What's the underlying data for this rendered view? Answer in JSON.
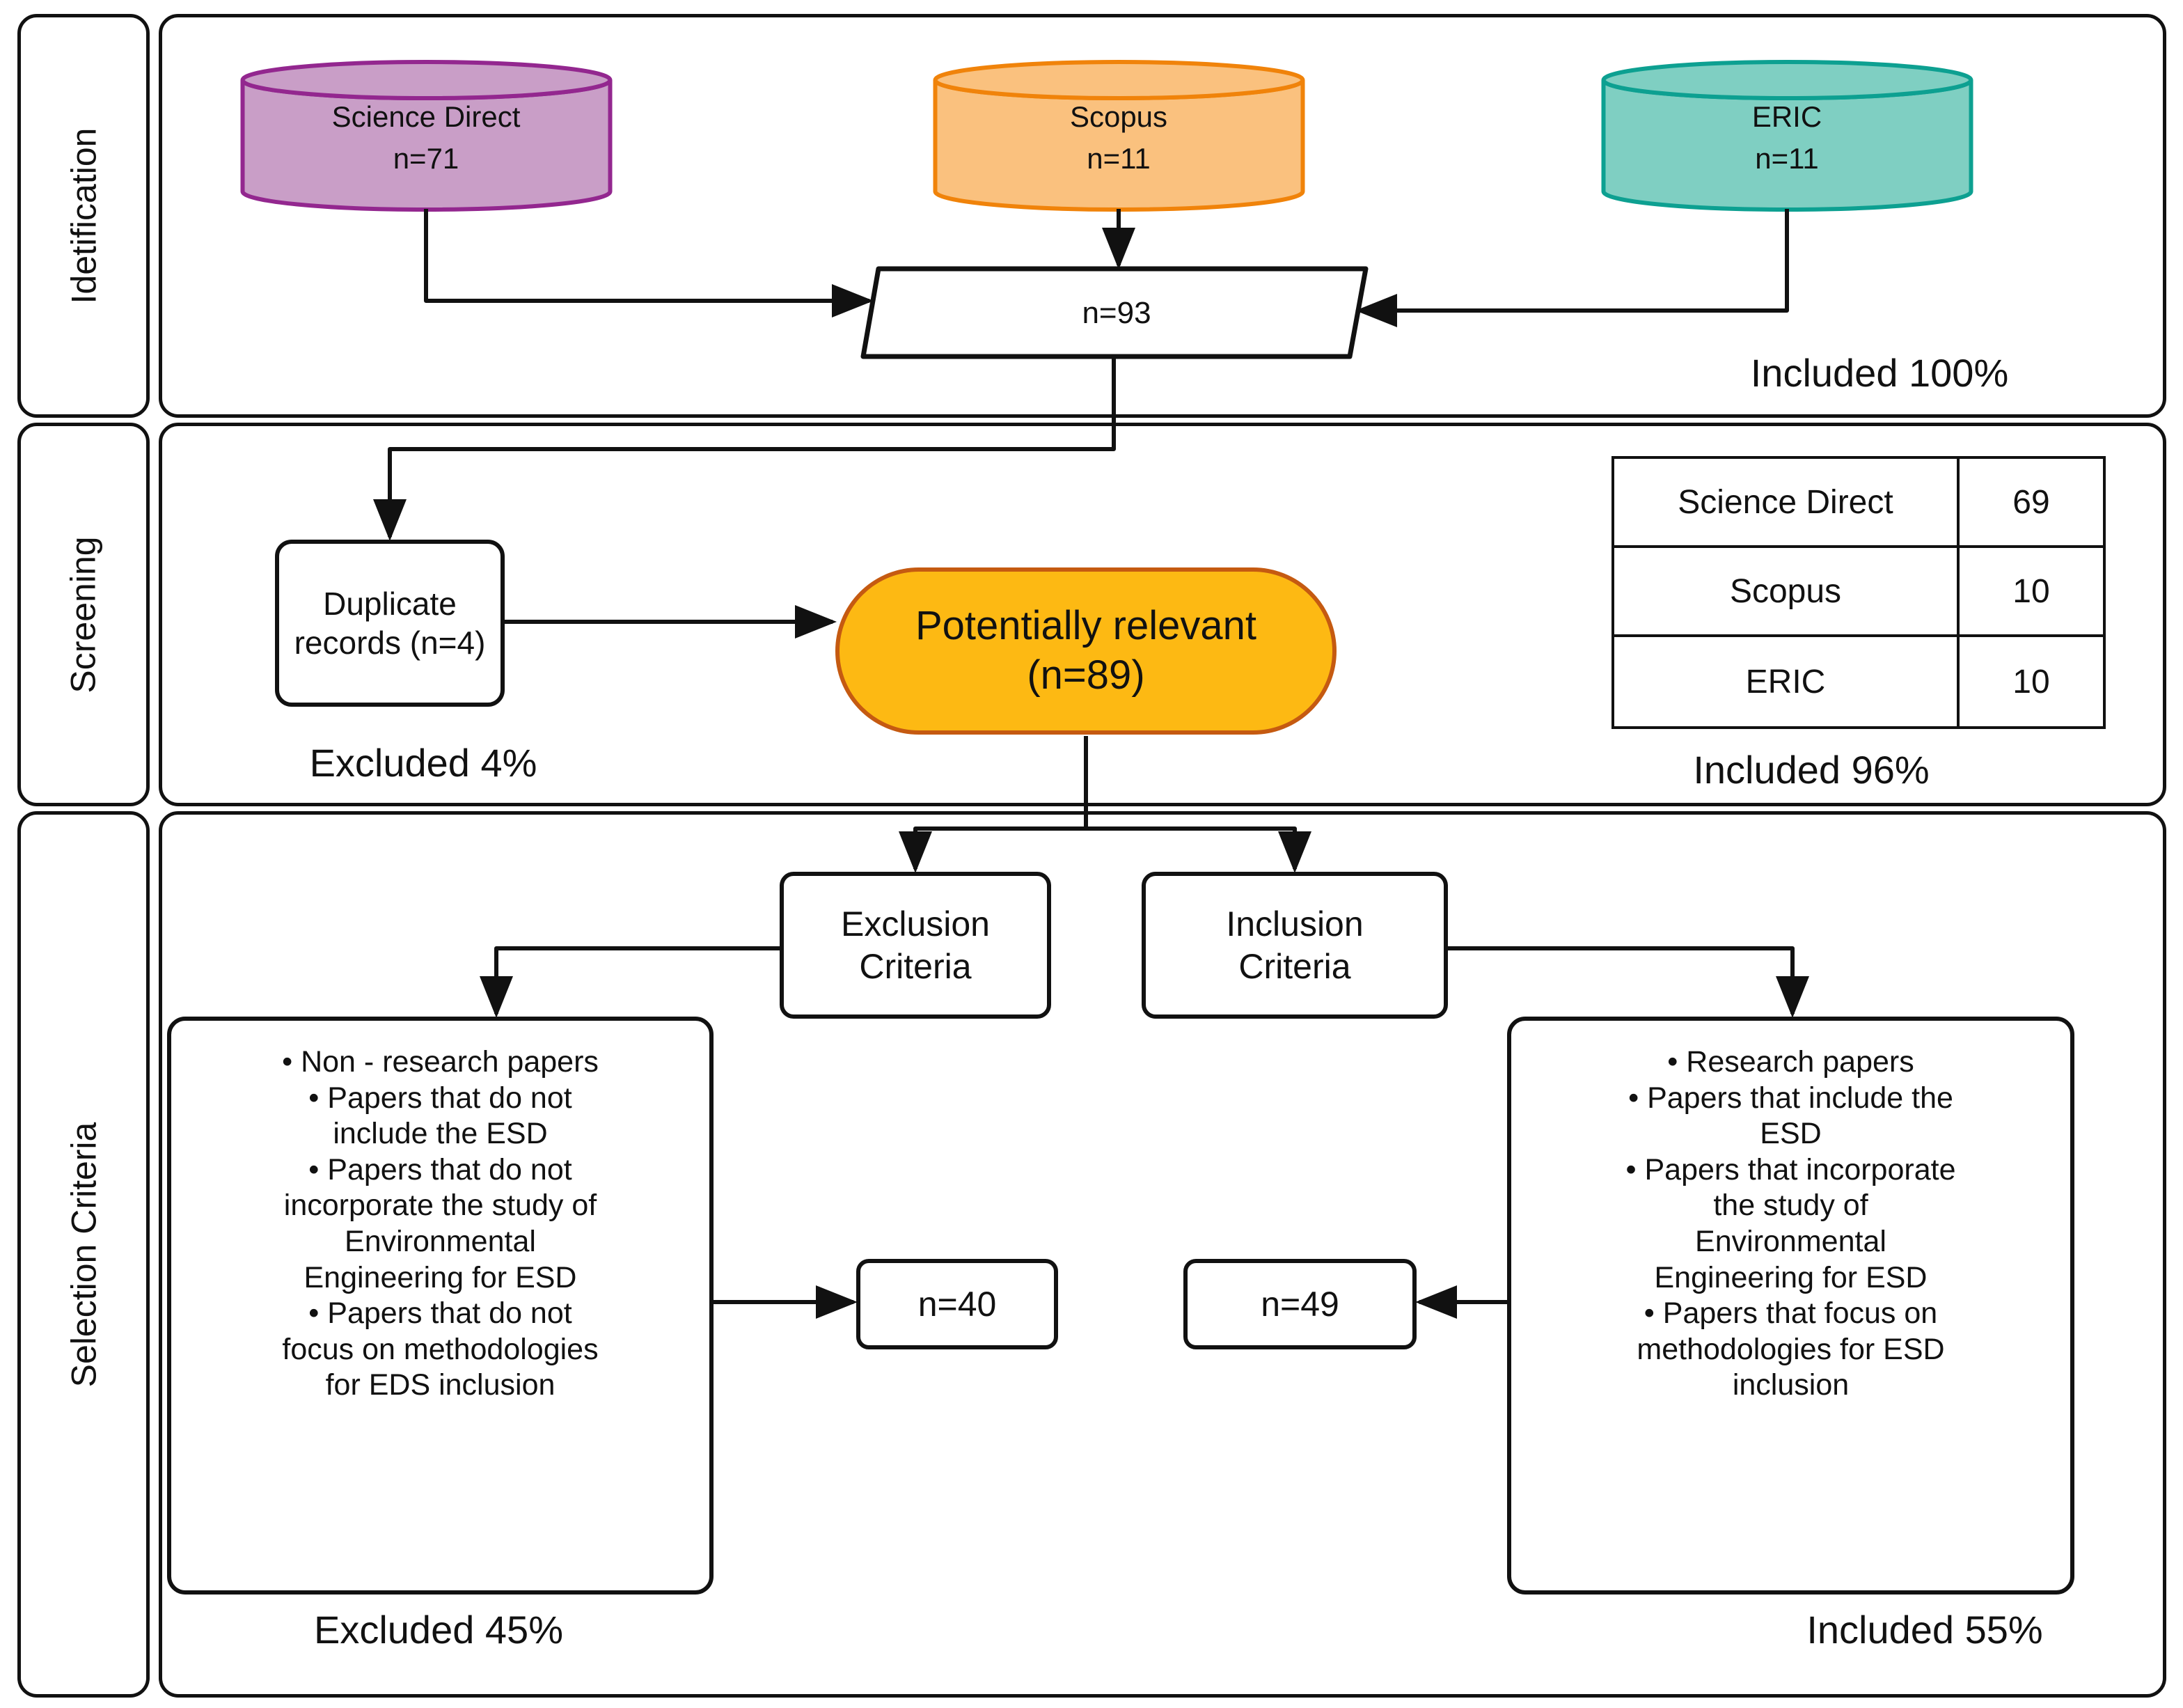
{
  "rows": [
    {
      "label": "Idetification"
    },
    {
      "label": "Screening"
    },
    {
      "label": "Selection Criteria"
    }
  ],
  "identification": {
    "databases": [
      {
        "name": "Science Direct",
        "count": "n=71",
        "fill": "#C99EC7",
        "stroke": "#93278F"
      },
      {
        "name": "Scopus",
        "count": "n=11",
        "fill": "#FAC17E",
        "stroke": "#F0830A"
      },
      {
        "name": "ERIC",
        "count": "n=11",
        "fill": "#7FCFC2",
        "stroke": "#0DA091"
      }
    ],
    "merge_count": "n=93",
    "included_label": "Included 100%"
  },
  "screening": {
    "duplicates_text": "Duplicate\nrecords (n=4)",
    "relevant": {
      "text": "Potentially relevant\n(n=89)",
      "fill": "#FDB913",
      "stroke": "#C55A11"
    },
    "table": {
      "rows": [
        [
          "Science Direct",
          "69"
        ],
        [
          "Scopus",
          "10"
        ],
        [
          "ERIC",
          "10"
        ]
      ]
    },
    "excluded_label": "Excluded 4%",
    "included_label": "Included 96%"
  },
  "selection": {
    "exclusion_title": "Exclusion\nCriteria",
    "inclusion_title": "Inclusion\nCriteria",
    "exclusion_items": [
      "Non - research papers",
      "Papers that do not\ninclude the ESD",
      "Papers that do not\nincorporate the study of\nEnvironmental\nEngineering for ESD",
      "Papers  that do not\nfocus on methodologies\nfor EDS inclusion"
    ],
    "inclusion_items": [
      "Research papers",
      "Papers that include the\nESD",
      "Papers that incorporate\nthe study of\nEnvironmental\nEngineering for ESD",
      "Papers that focus on\nmethodologies for ESD\ninclusion"
    ],
    "excluded_count": "n=40",
    "included_count": "n=49",
    "excluded_label": "Excluded 45%",
    "included_label": "Included 55%"
  }
}
